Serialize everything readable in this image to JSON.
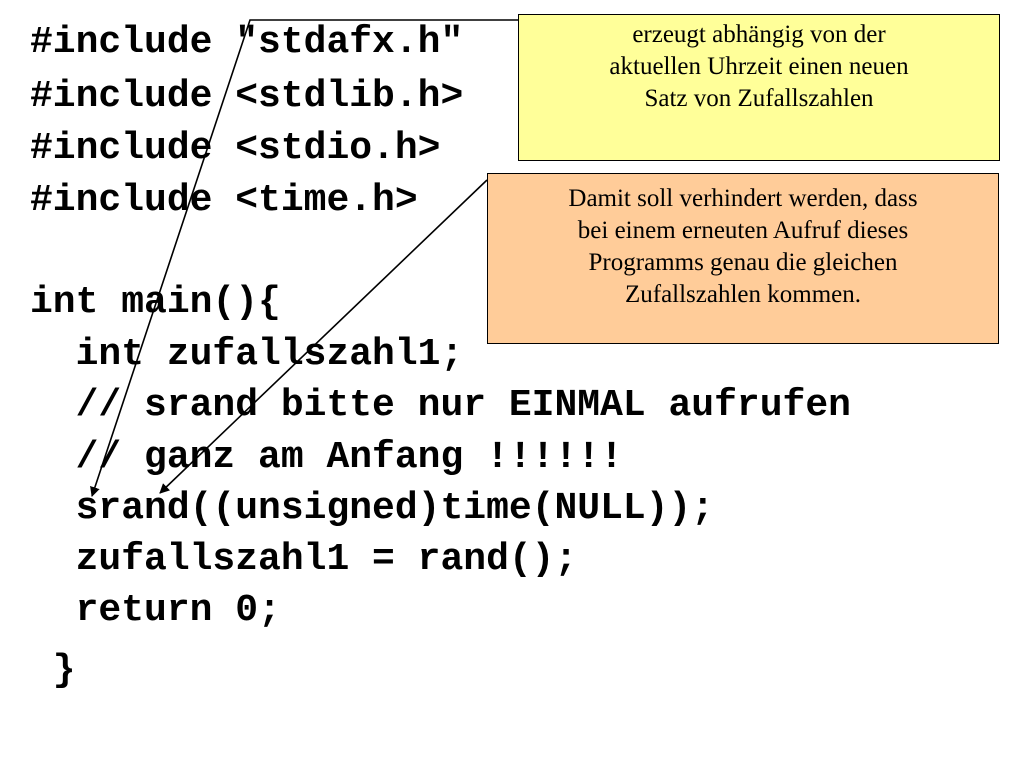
{
  "code": {
    "lines": [
      "#include \"stdafx.h\"",
      "#include <stdlib.h>",
      "#include <stdio.h>",
      "#include <time.h>",
      "int main(){",
      "  int zufallszahl1;",
      "  // srand bitte nur EINMAL aufrufen",
      "  // ganz am Anfang !!!!!!",
      "  srand((unsigned)time(NULL));",
      "  zufallszahl1 = rand();",
      "  return 0;",
      " }"
    ]
  },
  "notes": {
    "time_seed": {
      "lines": [
        "erzeugt abhängig von der",
        "aktuellen Uhrzeit einen neuen",
        "Satz von Zufallszahlen"
      ],
      "background": "#ffff99"
    },
    "prevent_repeat": {
      "lines": [
        "Damit soll verhindert werden, dass",
        "bei einem erneuten Aufruf dieses",
        "Programms genau die gleichen",
        "Zufallszahlen kommen."
      ],
      "background": "#ffcc99"
    }
  },
  "colors": {
    "text": "#000000",
    "background": "#ffffff",
    "arrow": "#000000"
  }
}
